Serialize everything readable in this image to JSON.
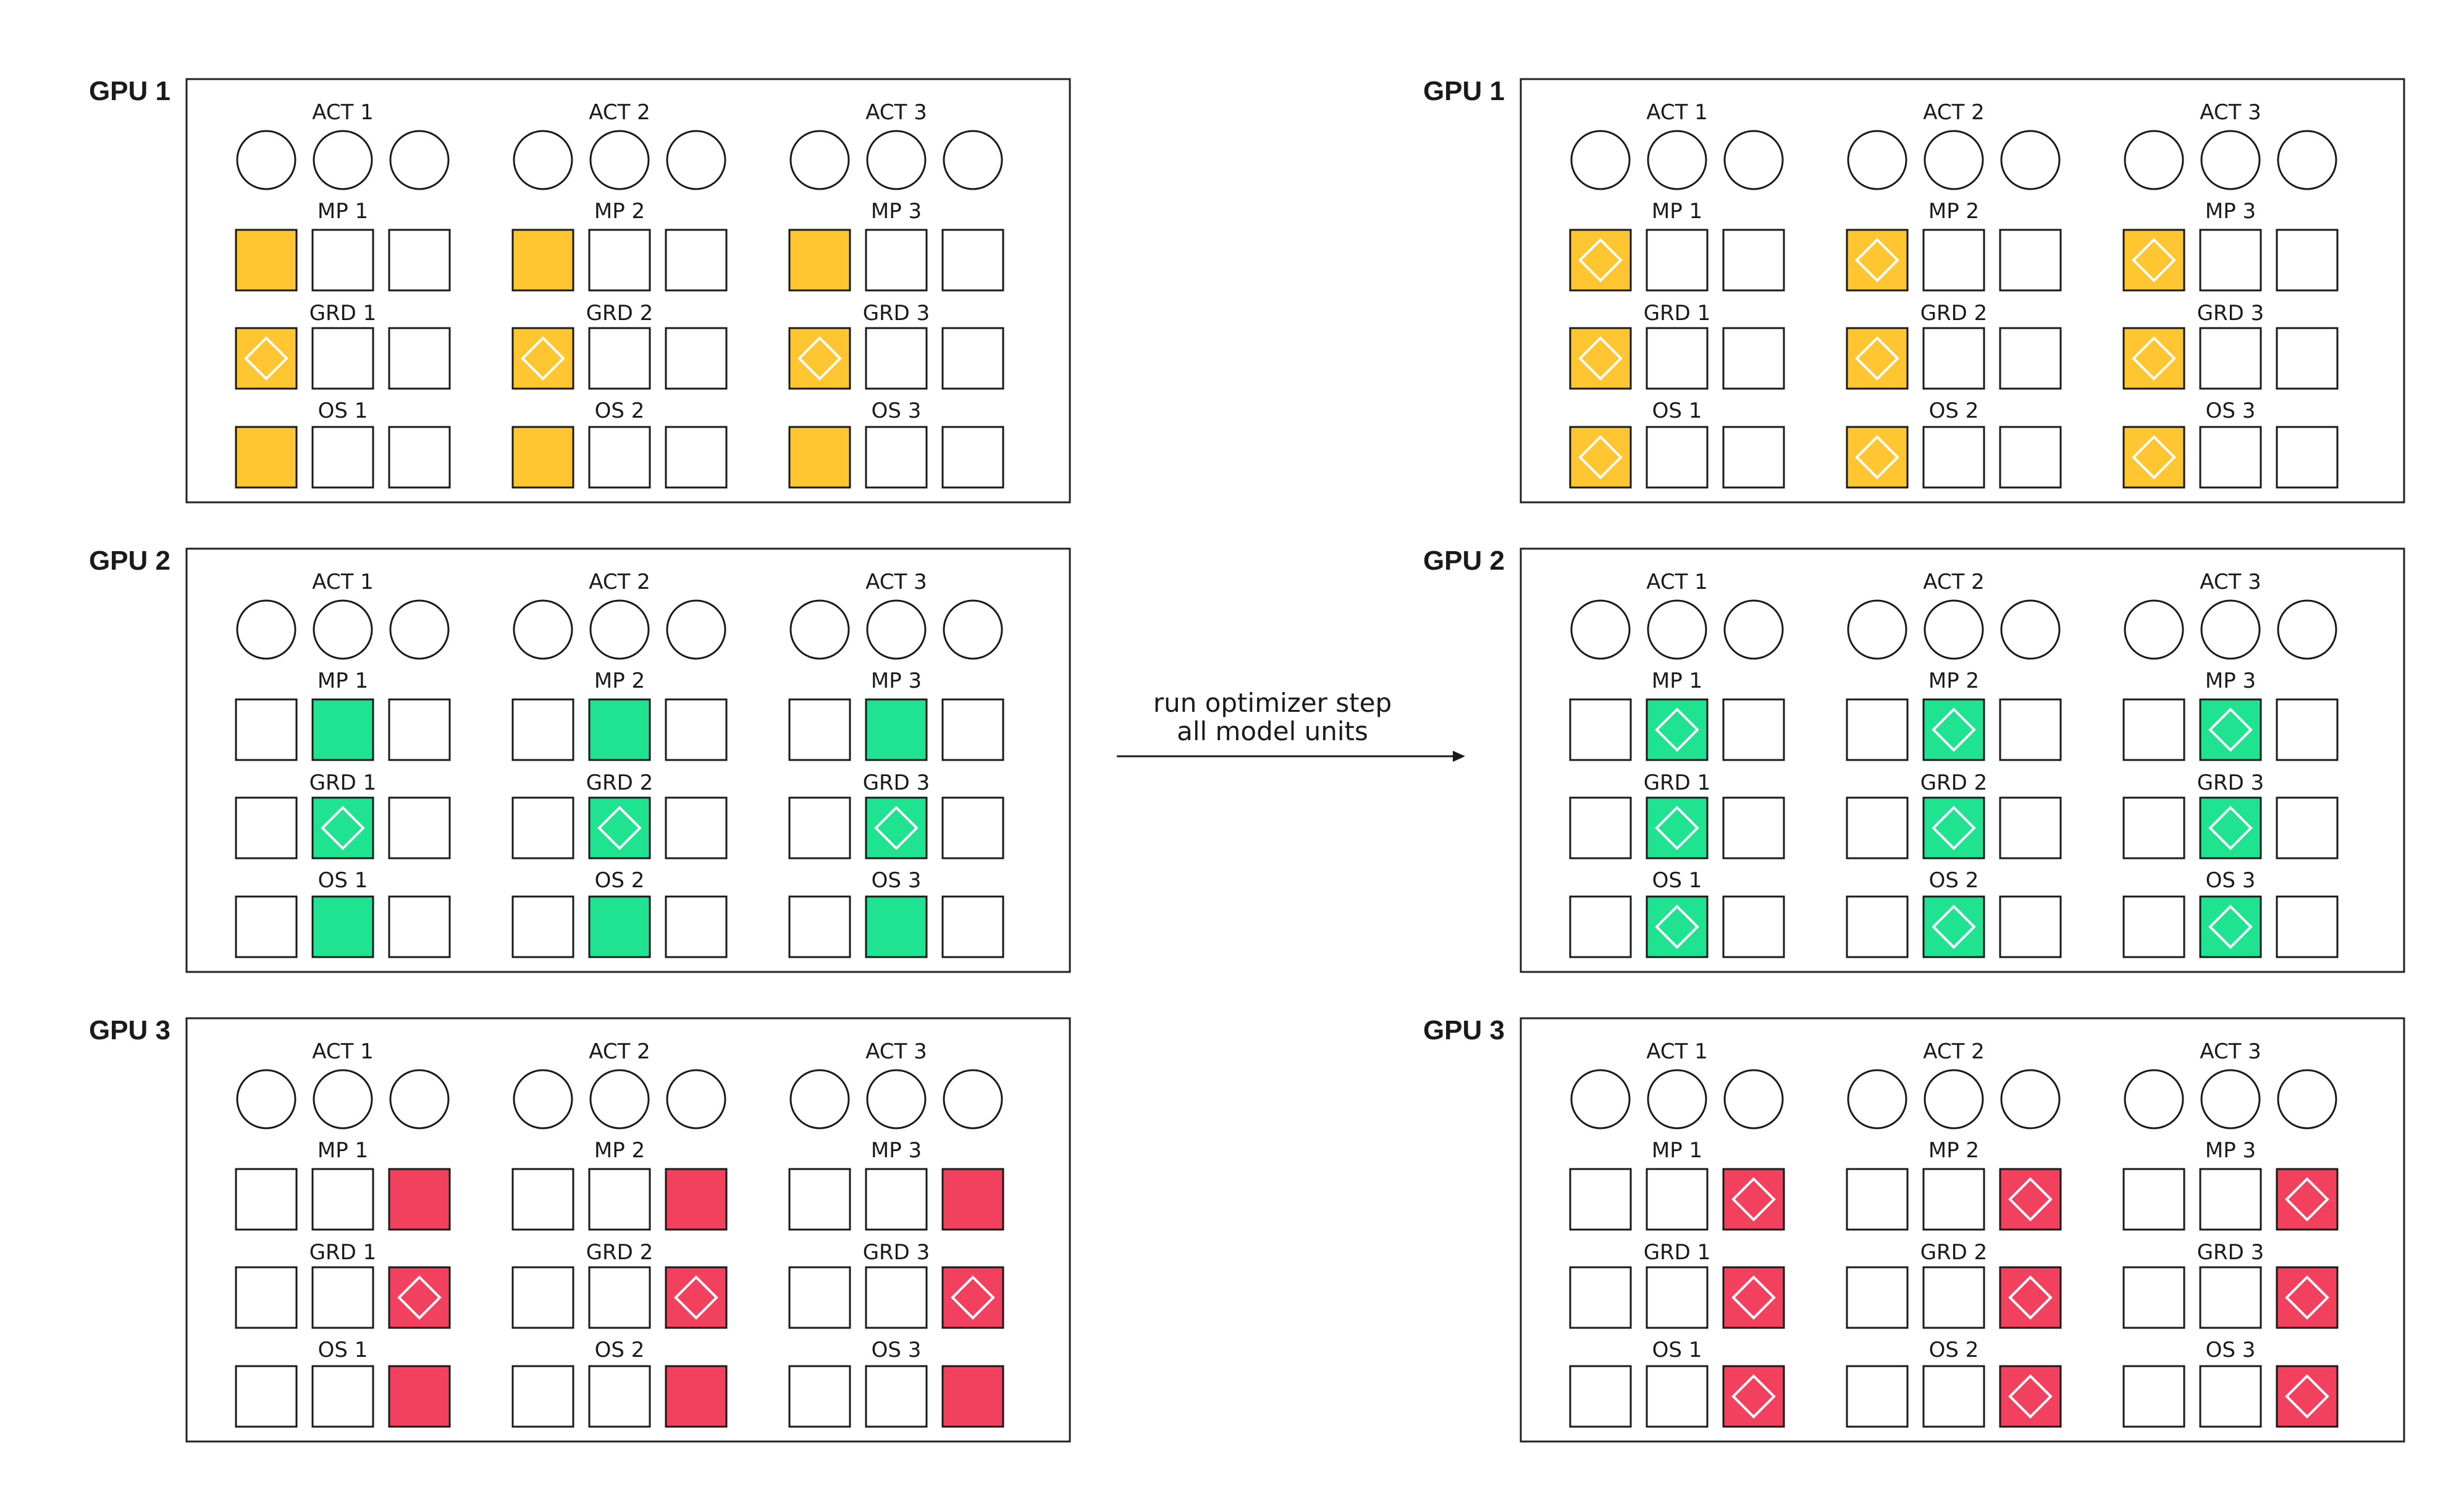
{
  "colors": {
    "gpu1": "#FFC632",
    "gpu2": "#1FE391",
    "gpu3": "#F2405F",
    "empty": "#FFFFFF",
    "border": "#1A1A1A"
  },
  "arrow": {
    "line1": "run optimizer step",
    "line2": "all model units"
  },
  "unit_labels": {
    "act": [
      "ACT 1",
      "ACT 2",
      "ACT 3"
    ],
    "mp": [
      "MP 1",
      "MP 2",
      "MP 3"
    ],
    "grd": [
      "GRD 1",
      "GRD 2",
      "GRD 3"
    ],
    "os": [
      "OS 1",
      "OS 2",
      "OS 3"
    ]
  },
  "panels": [
    {
      "side": "before",
      "gpu": "GPU 1",
      "shard": 0,
      "color": "gpu1",
      "diamond": {
        "mp": false,
        "grd": true,
        "os": false
      }
    },
    {
      "side": "before",
      "gpu": "GPU 2",
      "shard": 1,
      "color": "gpu2",
      "diamond": {
        "mp": false,
        "grd": true,
        "os": false
      }
    },
    {
      "side": "before",
      "gpu": "GPU 3",
      "shard": 2,
      "color": "gpu3",
      "diamond": {
        "mp": false,
        "grd": true,
        "os": false
      }
    },
    {
      "side": "after",
      "gpu": "GPU 1",
      "shard": 0,
      "color": "gpu1",
      "diamond": {
        "mp": true,
        "grd": true,
        "os": true
      }
    },
    {
      "side": "after",
      "gpu": "GPU 2",
      "shard": 1,
      "color": "gpu2",
      "diamond": {
        "mp": true,
        "grd": true,
        "os": true
      }
    },
    {
      "side": "after",
      "gpu": "GPU 3",
      "shard": 2,
      "color": "gpu3",
      "diamond": {
        "mp": true,
        "grd": true,
        "os": true
      }
    }
  ]
}
